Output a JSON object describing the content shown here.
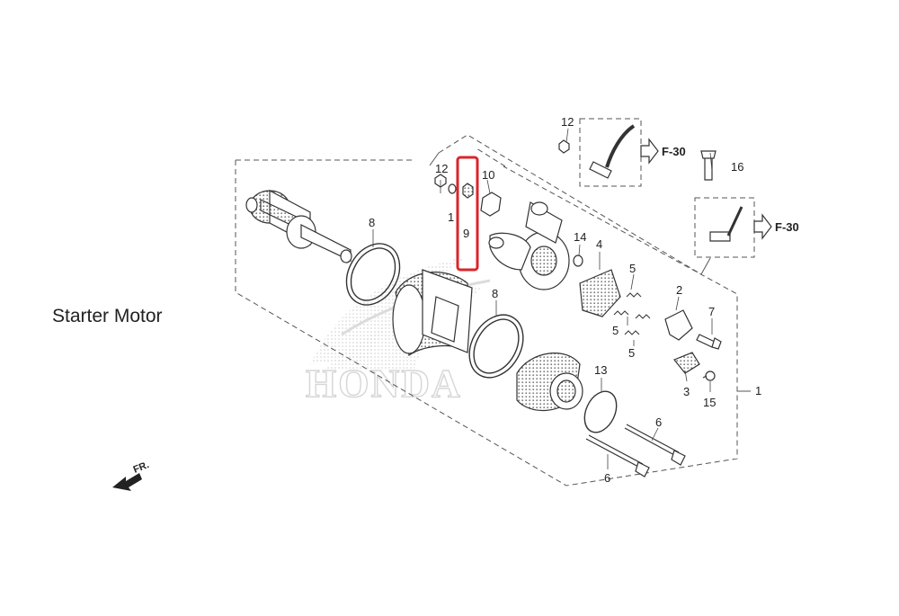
{
  "title": "Starter Motor",
  "watermark": "HONDA",
  "direction_label": "FR.",
  "reference_labels": [
    "F-30",
    "F-30"
  ],
  "highlight_color": "#d9262c",
  "highlighted_part": "9",
  "parts": [
    {
      "id": "p1",
      "label": "1"
    },
    {
      "id": "p1b",
      "label": "1"
    },
    {
      "id": "p2",
      "label": "2"
    },
    {
      "id": "p3",
      "label": "3"
    },
    {
      "id": "p4",
      "label": "4"
    },
    {
      "id": "p5a",
      "label": "5"
    },
    {
      "id": "p5b",
      "label": "5"
    },
    {
      "id": "p5c",
      "label": "5"
    },
    {
      "id": "p5d",
      "label": "5"
    },
    {
      "id": "p6a",
      "label": "6"
    },
    {
      "id": "p6b",
      "label": "6"
    },
    {
      "id": "p7",
      "label": "7"
    },
    {
      "id": "p8a",
      "label": "8"
    },
    {
      "id": "p8b",
      "label": "8"
    },
    {
      "id": "p9",
      "label": "9"
    },
    {
      "id": "p10",
      "label": "10"
    },
    {
      "id": "p12a",
      "label": "12"
    },
    {
      "id": "p12b",
      "label": "12"
    },
    {
      "id": "p13",
      "label": "13"
    },
    {
      "id": "p14",
      "label": "14"
    },
    {
      "id": "p15",
      "label": "15"
    },
    {
      "id": "p16",
      "label": "16"
    }
  ]
}
